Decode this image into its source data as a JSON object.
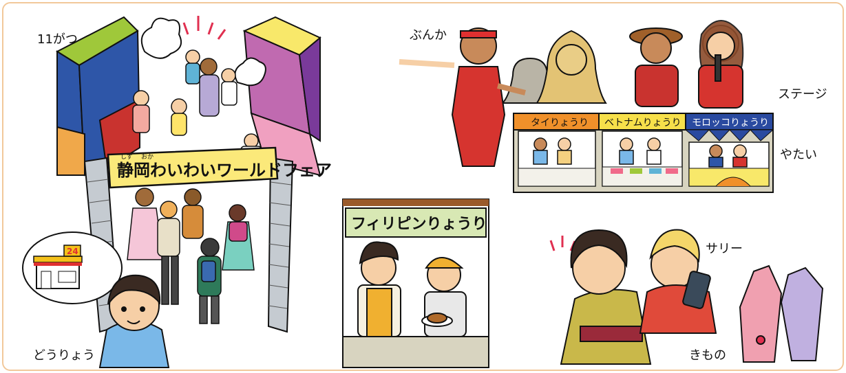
{
  "labels": {
    "month": "11がつ",
    "fair_banner": "静岡わいわいワールドフェア",
    "fair_ruby_1": "しず",
    "fair_ruby_2": "おか",
    "store_sign": "24",
    "coworker": "どうりょう",
    "culture": "ぶんか",
    "stage": "ステージ",
    "stalls": "やたい",
    "stall_thai": "タイりょうり",
    "stall_vietnam": "ベトナムりょうり",
    "stall_morocco": "モロッコりょうり",
    "filipino_food": "フィリピンりょうり",
    "sari": "サリー",
    "kimono": "きもの"
  },
  "colors": {
    "frame_border": "#f2c89a",
    "banner_yellow": "#fbe97a",
    "thai_orange": "#f0902a",
    "vietnam_yellow": "#f7e04a",
    "morocco_blue": "#2a4aa0",
    "filipino_green": "#d8e8b4",
    "tent_blue": "#2e56a8",
    "tent_green": "#9fc83a",
    "tent_purple": "#c06ab0",
    "tent_pink": "#f0a0c0",
    "tent_yellow": "#f8e86a"
  },
  "icons": [
    "convenience-store-icon",
    "buddha-statue-icon",
    "smartphone-icon",
    "dress-icon"
  ]
}
